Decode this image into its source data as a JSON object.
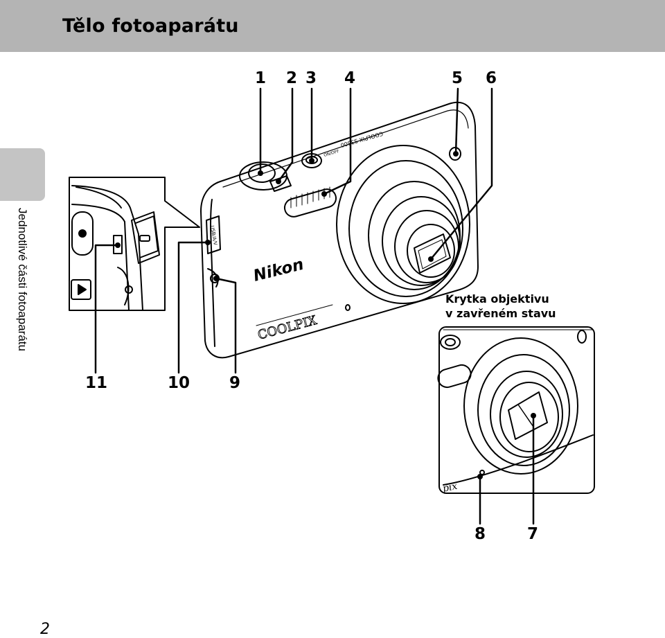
{
  "header": {
    "title": "Tělo fotoaparátu"
  },
  "side_label": "Jednotlivé části fotoaparátu",
  "page_number": "2",
  "callouts": [
    "1",
    "2",
    "3",
    "4",
    "5",
    "6",
    "7",
    "8",
    "9",
    "10",
    "11"
  ],
  "inset_caption": {
    "line1": "Krytka objektivu",
    "line2": "v zavřeném stavu"
  },
  "camera_text": {
    "brand": "Nikon",
    "model": "COOLPIX",
    "top_model": "COOLPIX S3500",
    "power_label": "ON/OFF",
    "port_label": "USB/A/V",
    "inset_model": "pix"
  }
}
